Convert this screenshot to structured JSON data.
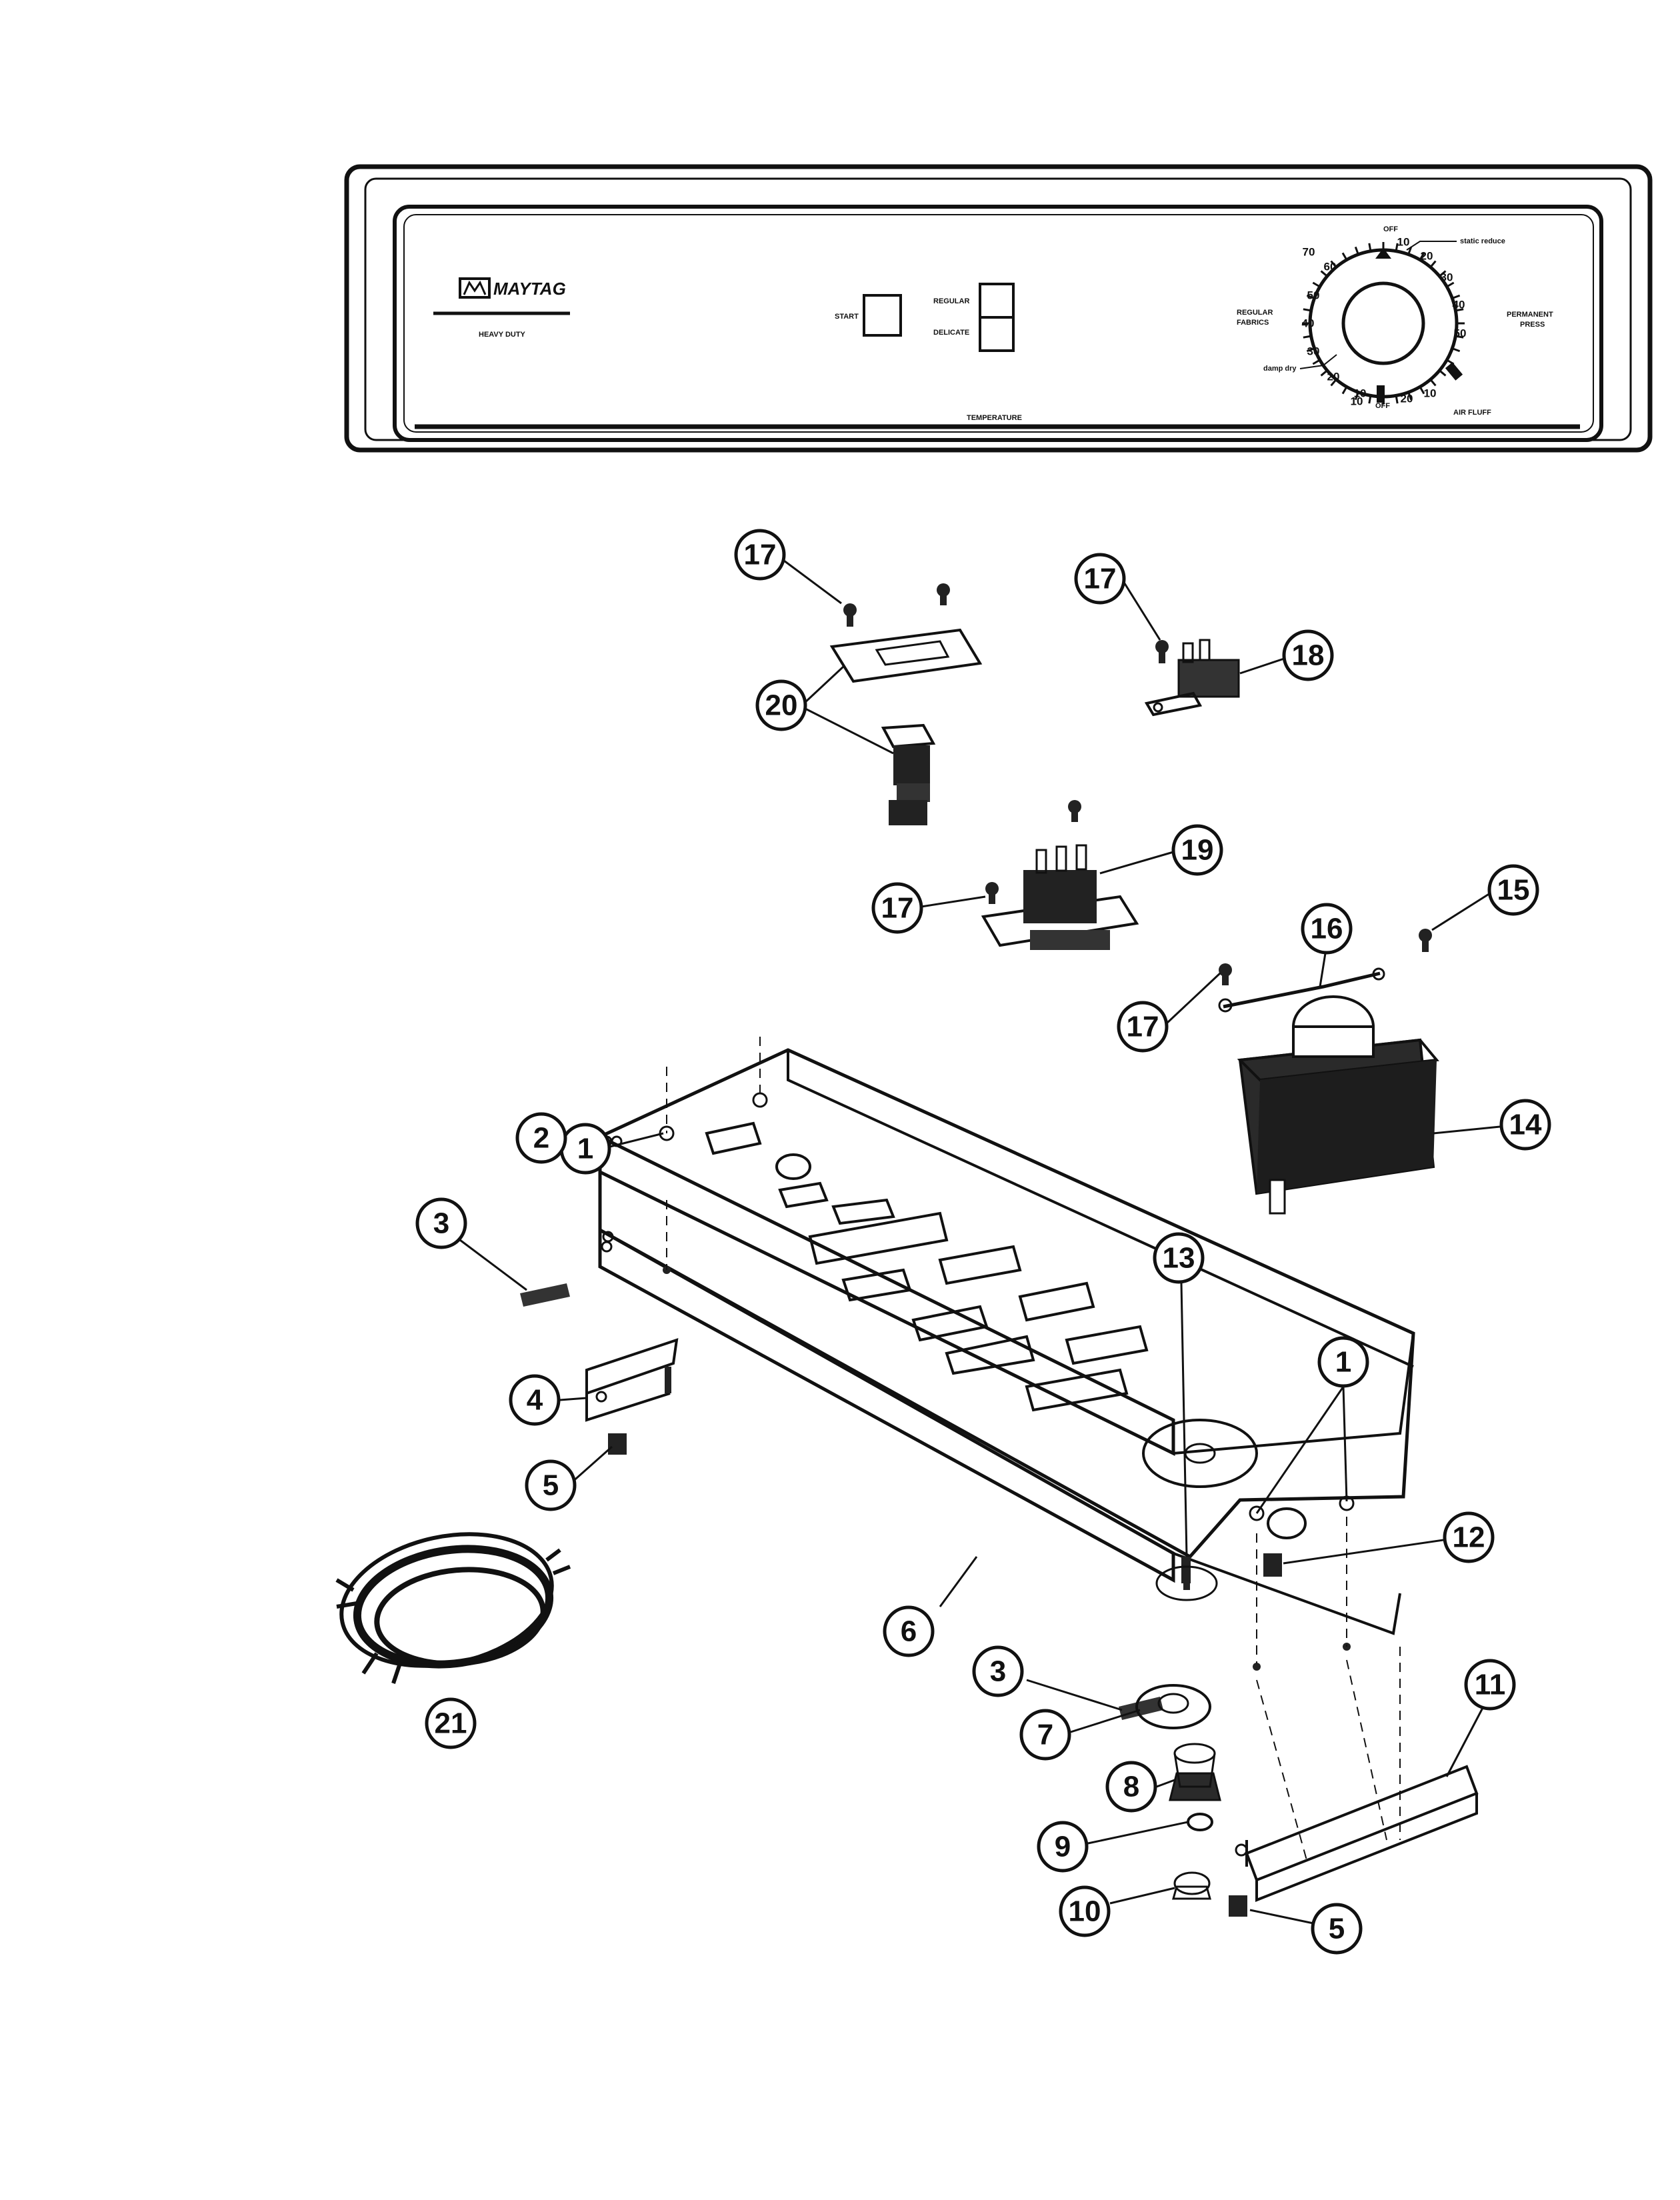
{
  "panel": {
    "brand": "MAYTAG",
    "model": "HEAVY DUTY",
    "start_label": "START",
    "regular_label": "REGULAR",
    "delicate_label": "DELICATE",
    "temperature_label": "TEMPERATURE",
    "regular_fabrics_1": "REGULAR",
    "regular_fabrics_2": "FABRICS",
    "permanent_press_1": "PERMANENT",
    "permanent_press_2": "PRESS",
    "off_top": "OFF",
    "off_bottom": "OFF",
    "static_reduce": "static reduce",
    "damp_dry": "damp dry",
    "air_fluff": "AIR FLUFF",
    "dial_numbers": [
      "70",
      "60",
      "50",
      "40",
      "30",
      "20",
      "10",
      "10",
      "20",
      "30",
      "40",
      "50",
      "10",
      "20",
      "10"
    ]
  },
  "callouts": [
    "17",
    "17",
    "18",
    "20",
    "19",
    "17",
    "16",
    "15",
    "17",
    "1",
    "2",
    "14",
    "3",
    "13",
    "4",
    "1",
    "5",
    "12",
    "21",
    "6",
    "3",
    "7",
    "11",
    "8",
    "9",
    "10",
    "5"
  ]
}
